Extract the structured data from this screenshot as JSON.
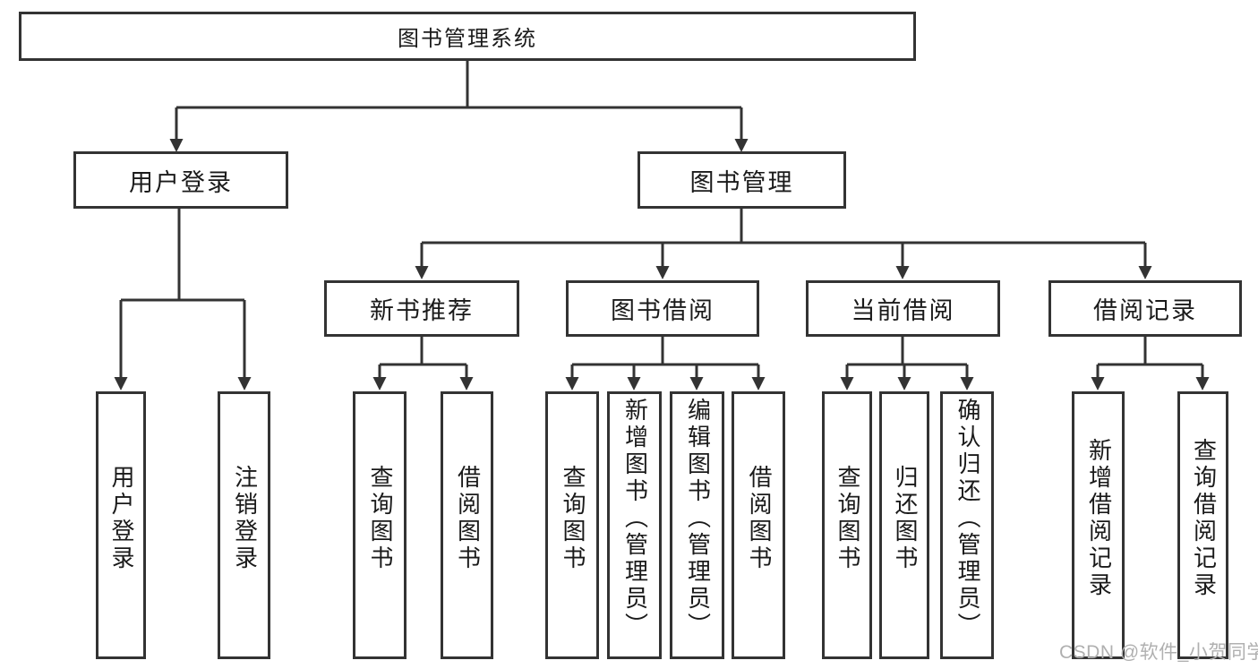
{
  "nodes": {
    "root": "图书管理系统",
    "l2": [
      {
        "label": "用户登录"
      },
      {
        "label": "图书管理"
      }
    ],
    "l3": [
      {
        "label": "新书推荐",
        "parent": "图书管理"
      },
      {
        "label": "图书借阅",
        "parent": "图书管理"
      },
      {
        "label": "当前借阅",
        "parent": "图书管理"
      },
      {
        "label": "借阅记录",
        "parent": "图书管理"
      }
    ],
    "leaves": [
      {
        "label": "用户登录",
        "parent": "用户登录"
      },
      {
        "label": "注销登录",
        "parent": "用户登录"
      },
      {
        "label": "查询图书",
        "parent": "新书推荐"
      },
      {
        "label": "借阅图书",
        "parent": "新书推荐"
      },
      {
        "label": "查询图书",
        "parent": "图书借阅"
      },
      {
        "label": "新增图书（管理员）",
        "parent": "图书借阅"
      },
      {
        "label": "编辑图书（管理员）",
        "parent": "图书借阅"
      },
      {
        "label": "借阅图书",
        "parent": "图书借阅"
      },
      {
        "label": "查询图书",
        "parent": "当前借阅"
      },
      {
        "label": "归还图书",
        "parent": "当前借阅"
      },
      {
        "label": "确认归还（管理员）",
        "parent": "当前借阅"
      },
      {
        "label": "新增借阅记录",
        "parent": "借阅记录"
      },
      {
        "label": "查询借阅记录",
        "parent": "借阅记录"
      }
    ]
  },
  "watermark": {
    "text": "CSDN @软件_小贺同学",
    "color": "#b0b0b0"
  },
  "colors": {
    "line": "#333333",
    "text": "#1a1a1a",
    "background": "#ffffff"
  }
}
